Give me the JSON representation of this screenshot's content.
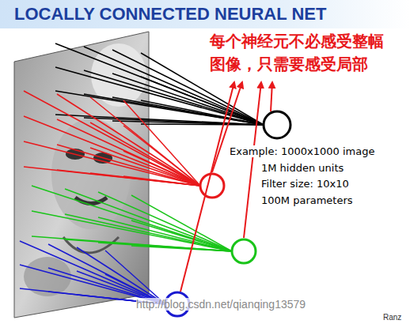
{
  "diagram": {
    "title": "LOCALLY CONNECTED NEURAL NET",
    "labels": [
      "每个神经元不必感受整幅 图像，只需要感受局部",
      "Example: 1000x1000 image",
      "1M hidden units",
      "Filter size: 10x10",
      "100M parameters",
      "http://blog.csdn.net/qianqing13579",
      "Ranz"
    ]
  }
}
